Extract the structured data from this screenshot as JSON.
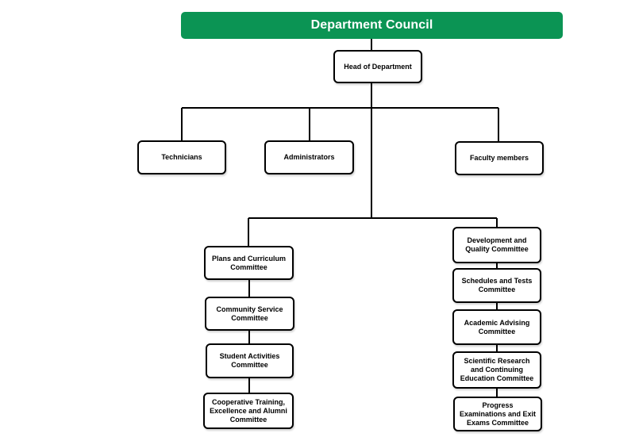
{
  "council": {
    "title": "Department Council"
  },
  "head": {
    "label": "Head of Department"
  },
  "staff": {
    "technicians": "Technicians",
    "administrators": "Administrators",
    "faculty": "Faculty members"
  },
  "committees_left": [
    "Plans and Curriculum Committee",
    "Community Service Committee",
    "Student Activities Committee",
    "Cooperative Training, Excellence and Alumni Committee"
  ],
  "committees_right": [
    "Development and Quality Committee",
    "Schedules and Tests Committee",
    "Academic Advising Committee",
    "Scientific Research and Continuing Education Committee",
    "Progress Examinations and Exit Exams Committee"
  ],
  "colors": {
    "banner": "#0b9454",
    "lines": "#000000"
  }
}
